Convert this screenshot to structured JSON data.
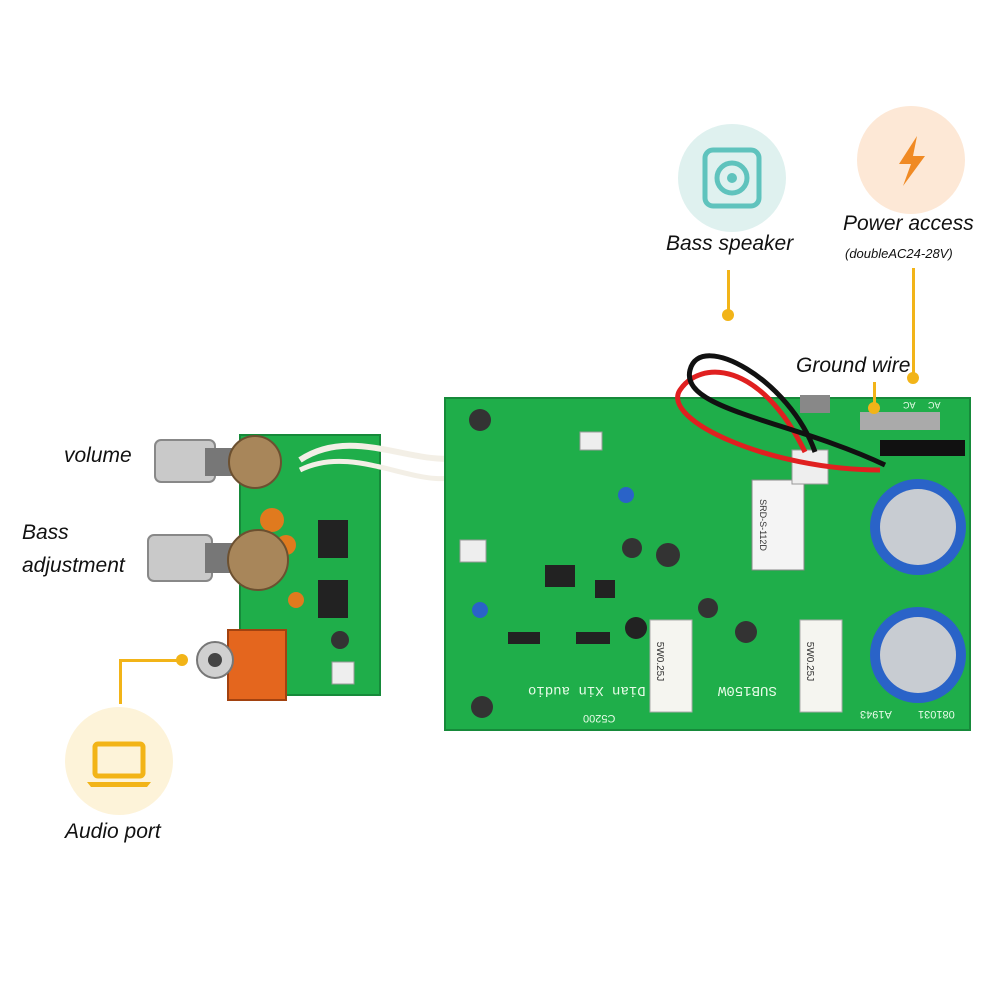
{
  "labels": {
    "volume": "volume",
    "bass_adjustment_line1": "Bass",
    "bass_adjustment_line2": "adjustment",
    "audio_port": "Audio port",
    "bass_speaker": "Bass speaker",
    "power_access": "Power access",
    "power_access_note": "(doubleAC24-28V)",
    "ground_wire": "Ground wire"
  },
  "pcb_text": {
    "transistor_left": "C5200",
    "transistor_right": "A1943",
    "brand": "Dian Xin audio",
    "model": "SUB150W",
    "board_code": "081031",
    "resistor_1": "5W0.25J",
    "resistor_2": "5W0.25J",
    "relay": "SRD-S-112D",
    "terminal_ac1": "AC",
    "terminal_ac2": "AC"
  },
  "icons": {
    "speaker": "speaker-icon",
    "power": "lightning-bolt-icon",
    "audio": "laptop-icon"
  },
  "colors": {
    "accent": "#f2b418",
    "pcb": "#1fae4a",
    "speaker_badge": "#dff1ef",
    "power_badge": "#fde8d6",
    "audio_badge": "#fdf3d9"
  }
}
